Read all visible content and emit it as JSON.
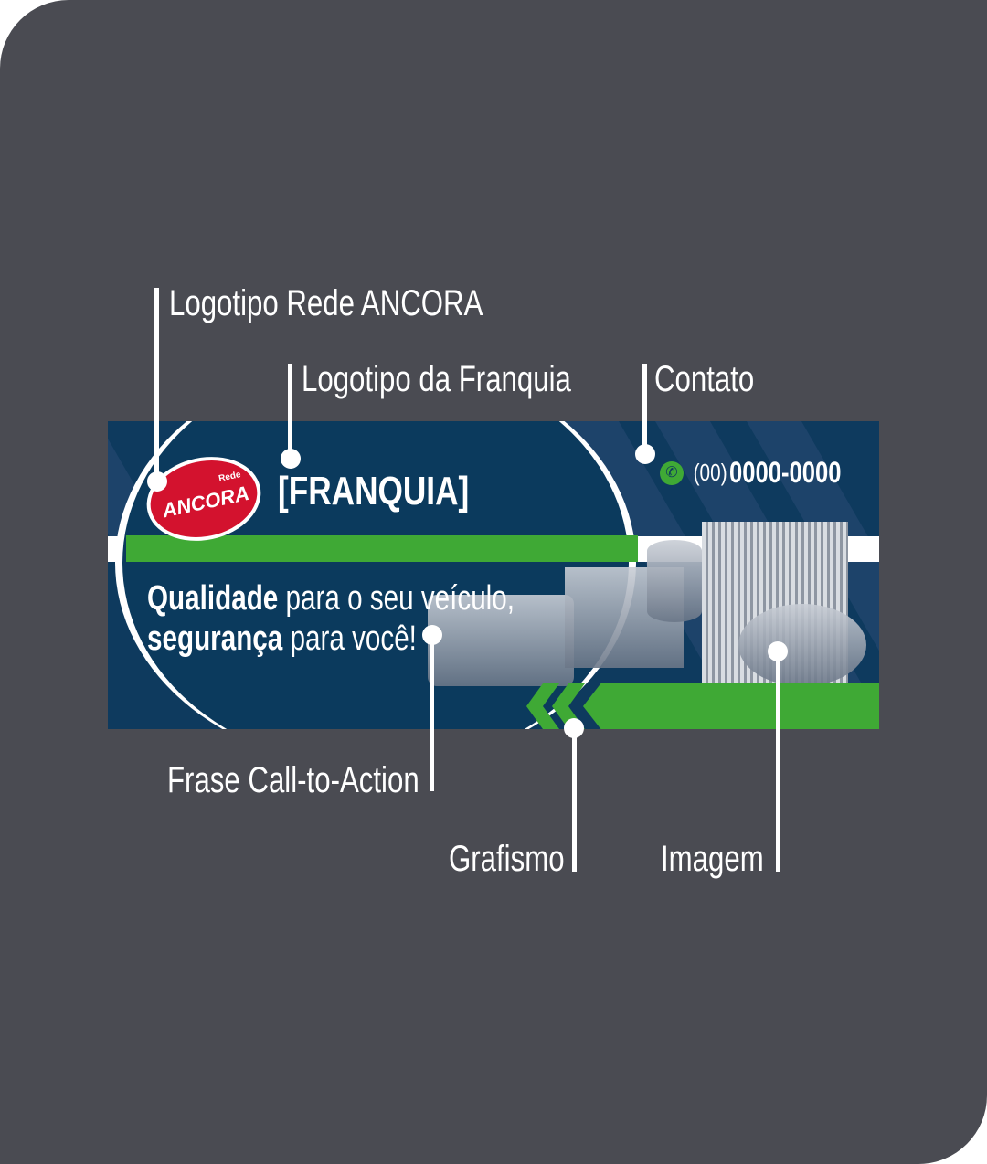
{
  "annotations": {
    "logo_rede": "Logotipo Rede ANCORA",
    "logo_franquia": "Logotipo da Franquia",
    "contato": "Contato",
    "cta": "Frase Call-to-Action",
    "grafismo": "Grafismo",
    "imagem": "Imagem"
  },
  "banner": {
    "logo_small": "Rede",
    "logo_main": "ANCORA",
    "franchise": "[FRANQUIA]",
    "phone_area": "(00)",
    "phone_number": "0000-0000",
    "cta_line1_bold": "Qualidade",
    "cta_line1_rest": " para o seu veículo,",
    "cta_line2_bold": "segurança",
    "cta_line2_rest": " para você!"
  },
  "colors": {
    "navy": "#0e3a5e",
    "green": "#3fa935",
    "red": "#d3122e",
    "background": "#4a4b52"
  }
}
